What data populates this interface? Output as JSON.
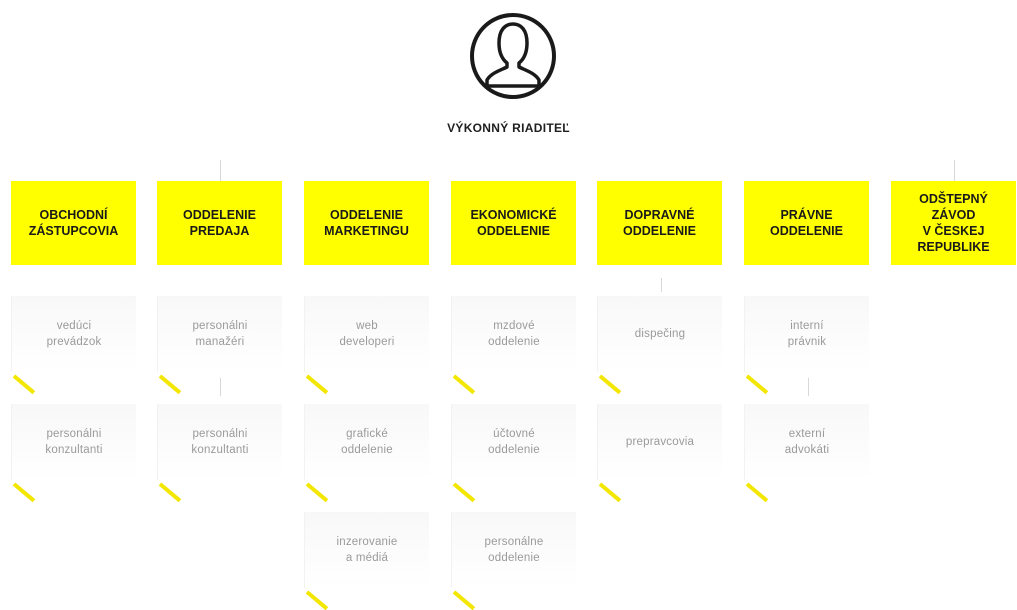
{
  "ceo": {
    "title": "VÝKONNÝ RIADITEĽ"
  },
  "departments": [
    {
      "label": "OBCHODNÍ\nZÁSTUPCOVIA",
      "subs": [
        "vedúci\nprevádzok",
        "personálni\nkonzultanti"
      ]
    },
    {
      "label": "ODDELENIE\nPREDAJA",
      "subs": [
        "personálni\nmanažéri",
        "personálni\nkonzultanti"
      ]
    },
    {
      "label": "ODDELENIE\nMARKETINGU",
      "subs": [
        "web\ndeveloperi",
        "grafické\noddelenie",
        "inzerovanie\na médiá"
      ]
    },
    {
      "label": "EKONOMICKÉ\nODDELENIE",
      "subs": [
        "mzdové\noddelenie",
        "účtovné\noddelenie",
        "personálne\noddelenie"
      ]
    },
    {
      "label": "DOPRAVNÉ\nODDELENIE",
      "subs": [
        "dispečing",
        "prepravcovia"
      ]
    },
    {
      "label": "PRÁVNE\nODDELENIE",
      "subs": [
        "interní\nprávnik",
        "externí\nadvokáti"
      ]
    },
    {
      "label": "ODŠTEPNÝ ZÁVOD\nV ČESKEJ\nREPUBLIKE",
      "subs": []
    }
  ],
  "colors": {
    "accent": "#ffff00",
    "sub_text": "#9a9a9a",
    "connector": "#d8d8d8"
  },
  "icons": {
    "ceo": "person-silhouette-icon"
  }
}
